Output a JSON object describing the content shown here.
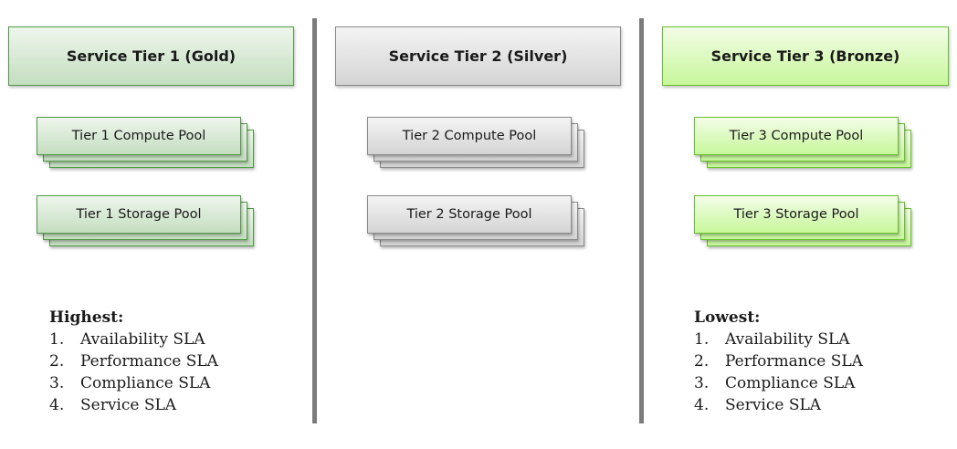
{
  "tiers": [
    {
      "header": "Service Tier 1 (Gold)",
      "compute_pool": "Tier 1 Compute Pool",
      "storage_pool": "Tier 1 Storage Pool",
      "sla_heading": "Highest:",
      "sla_items": [
        {
          "num": "1.",
          "label": "Availability SLA"
        },
        {
          "num": "2.",
          "label": "Performance SLA"
        },
        {
          "num": "3.",
          "label": "Compliance SLA"
        },
        {
          "num": "4.",
          "label": "Service SLA"
        }
      ],
      "color": "#4f9a44"
    },
    {
      "header": "Service Tier 2 (Silver)",
      "compute_pool": "Tier 2 Compute Pool",
      "storage_pool": "Tier 2 Storage Pool",
      "color": "#8a8a8a"
    },
    {
      "header": "Service Tier 3 (Bronze)",
      "compute_pool": "Tier 3 Compute Pool",
      "storage_pool": "Tier 3 Storage Pool",
      "sla_heading": "Lowest:",
      "sla_items": [
        {
          "num": "1.",
          "label": "Availability SLA"
        },
        {
          "num": "2.",
          "label": "Performance SLA"
        },
        {
          "num": "3.",
          "label": "Compliance SLA"
        },
        {
          "num": "4.",
          "label": "Service SLA"
        }
      ],
      "color": "#66c22d"
    }
  ],
  "divider_color": "#7b7b7b"
}
